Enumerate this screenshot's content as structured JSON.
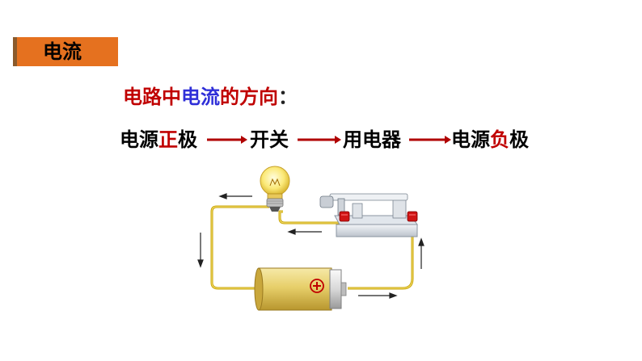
{
  "section_tag": "电流",
  "subtitle": {
    "part1": "电路中",
    "part2": "电流",
    "part3": "的方向",
    "colon": "："
  },
  "sequence": {
    "step1_a": "电源",
    "step1_b": "正",
    "step1_c": "极",
    "step2": "开关",
    "step3": "用电器",
    "step4_a": "电源",
    "step4_b": "负",
    "step4_c": "极"
  },
  "battery_symbol": "⊕",
  "colors": {
    "tag_bg": "#e5711f",
    "red": "#c00000",
    "blue": "#2f2fd8",
    "wire": "#d9b300"
  }
}
